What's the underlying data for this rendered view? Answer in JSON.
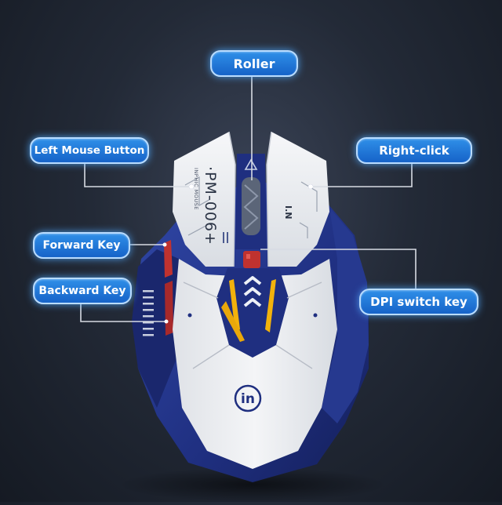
{
  "labels": {
    "roller": "Roller",
    "left_mouse_button": "Left Mouse Button",
    "right_click": "Right-click",
    "forward_key": "Forward Key",
    "backward_key": "Backward Key",
    "dpi_switch_key": "DPI switch key"
  },
  "mouse": {
    "model_text": "·PM-006+",
    "brand_small": "INPHIC MOUSE",
    "badge_text": "I.N",
    "logo_text": "in"
  },
  "colors": {
    "background": "#1b212c",
    "shell_white": "#eceef2",
    "body_blue": "#22358a",
    "accent_red": "#c0322f",
    "accent_yellow": "#f2b20c",
    "label_fill": "#1e73d6",
    "label_border": "#b9dcff"
  }
}
